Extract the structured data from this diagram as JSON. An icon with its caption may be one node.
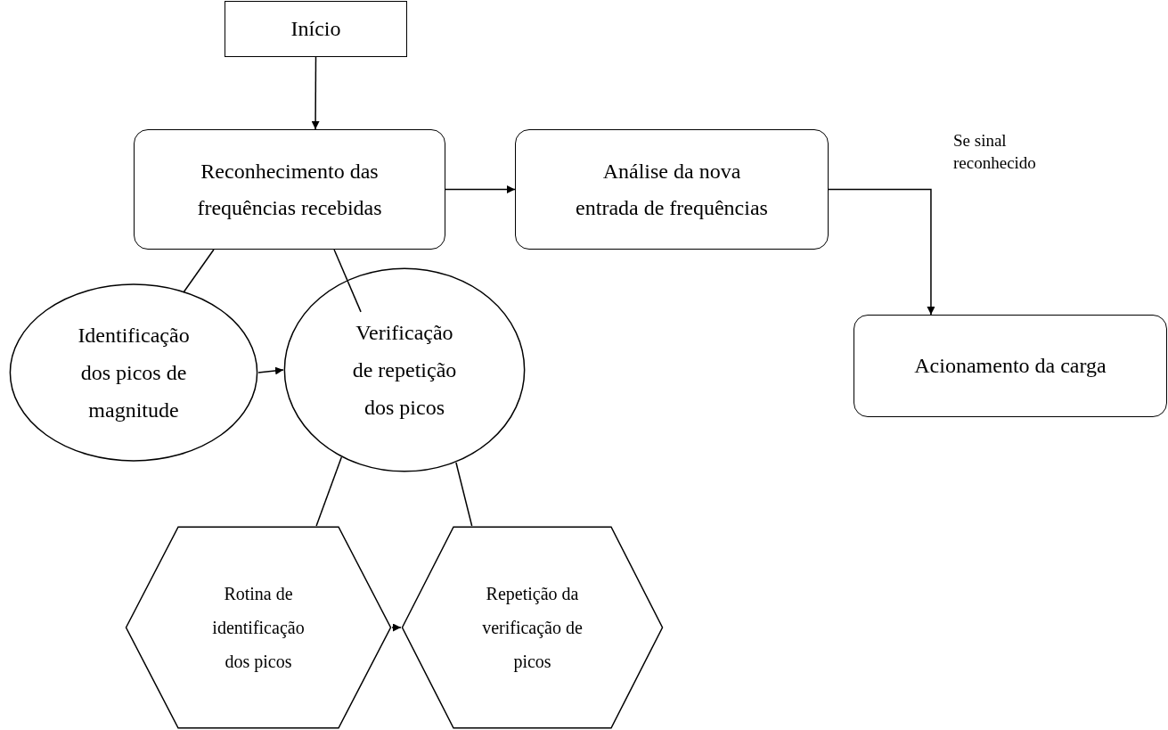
{
  "diagram": {
    "nodes": [
      {
        "text": [
          "Início"
        ]
      },
      {
        "text": [
          "Reconhecimento das frequências recebidas"
        ]
      },
      {
        "text": [
          "Análise da nova entrada de frequências"
        ]
      },
      {
        "text": [
          "Acionamento da carga"
        ]
      },
      {
        "text": [
          "Identificação dos picos de magnitude"
        ]
      },
      {
        "text": [
          "Verificação de repetição dos picos"
        ]
      },
      {
        "text": [
          "Rotina de identificação dos picos"
        ]
      },
      {
        "text": [
          "Repetição da verificação de picos"
        ]
      }
    ],
    "edges": [
      {
        "from": 0,
        "to": 1,
        "arrow": "to"
      },
      {
        "from": 1,
        "to": 2,
        "arrow": "to"
      },
      {
        "from": 2,
        "to": 3,
        "arrow": "to",
        "label": "Se sinal reconhecido"
      },
      {
        "from": 1,
        "to": 4,
        "arrow": "none"
      },
      {
        "from": 1,
        "to": 5,
        "arrow": "none"
      },
      {
        "from": 4,
        "to": 5,
        "arrow": "to"
      },
      {
        "from": 5,
        "to": 6,
        "arrow": "none"
      },
      {
        "from": 5,
        "to": 7,
        "arrow": "none"
      },
      {
        "from": 6,
        "to": 7,
        "arrow": "to"
      }
    ]
  }
}
